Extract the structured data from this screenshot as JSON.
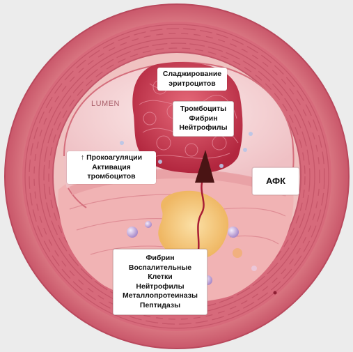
{
  "lumen_text": "LUMEN",
  "labels": {
    "aggregation": [
      "Сладжирование",
      "эритроцитов"
    ],
    "platelets": [
      "Тромбоциты",
      "Фибрин",
      "Нейтрофилы"
    ],
    "procoag_arrow": "↑",
    "procoag": [
      "Прокоагуляции",
      "Активация",
      "тромбоцитов"
    ],
    "afk": "АФК",
    "plaque": [
      "Фибрин",
      "Воспалительные",
      "Клетки",
      "Нейтрофилы",
      "Металлопротеиназы",
      "Пептидазы"
    ]
  },
  "colors": {
    "background": "#ececec",
    "outer_ring": "#e07f87",
    "media": "#d9677a",
    "intima": "#f2c7c4",
    "lumen": "#f7dede",
    "plaque_core": "#f5cc7c",
    "thrombus": "#c8354d",
    "rupture_arrow": "#4a1414"
  }
}
